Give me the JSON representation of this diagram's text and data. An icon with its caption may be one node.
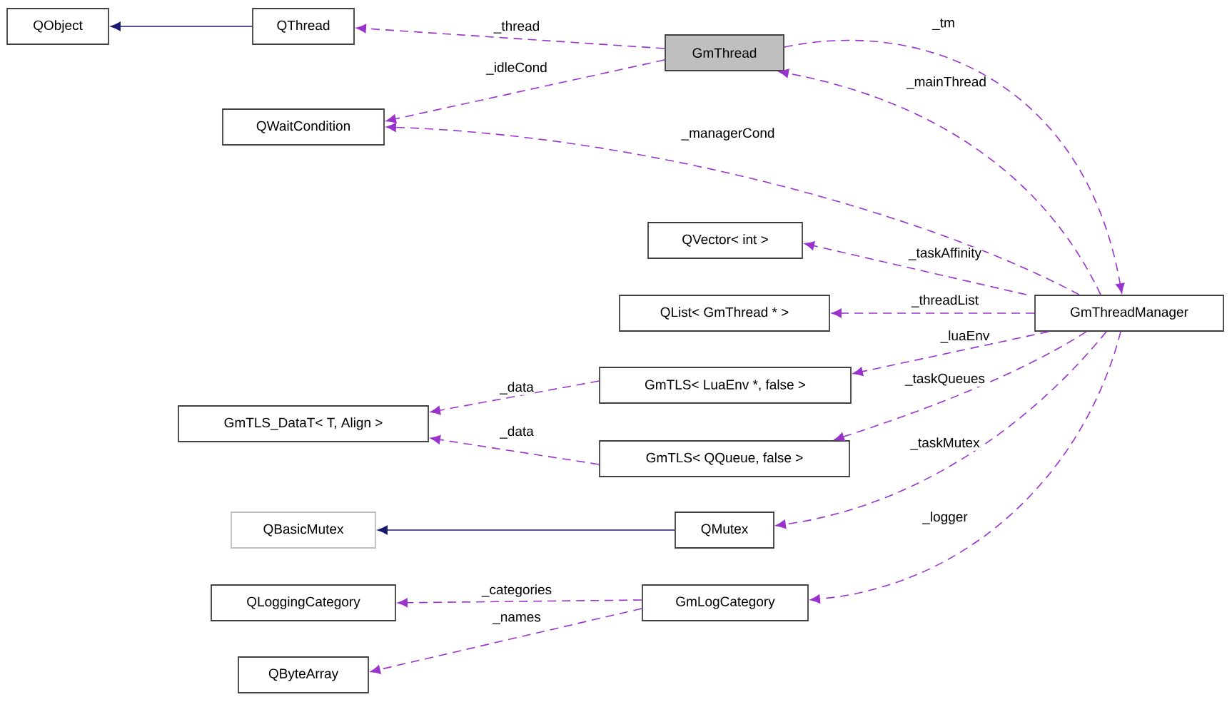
{
  "diagram": {
    "nodes": [
      {
        "text": [
          "QObject"
        ]
      },
      {
        "text": [
          "QThread"
        ]
      },
      {
        "text": [
          "GmThread"
        ]
      },
      {
        "text": [
          "QWaitCondition"
        ]
      },
      {
        "text": [
          "QVector< int >"
        ]
      },
      {
        "text": [
          "QList< GmThread * >"
        ]
      },
      {
        "text": [
          "GmThreadManager"
        ]
      },
      {
        "text": [
          "GmTLS_DataT< T, Align >"
        ]
      },
      {
        "text": [
          "GmTLS< LuaEnv *, false >"
        ]
      },
      {
        "text": [
          "GmTLS< QQueue, false >"
        ]
      },
      {
        "text": [
          "QBasicMutex"
        ]
      },
      {
        "text": [
          "QMutex"
        ]
      },
      {
        "text": [
          "QLoggingCategory"
        ]
      },
      {
        "text": [
          "GmLogCategory"
        ]
      },
      {
        "text": [
          "QByteArray"
        ]
      }
    ],
    "edges": [
      {
        "from": 1,
        "to": 0,
        "arrow": "to",
        "color": "#191970"
      },
      {
        "from": 2,
        "to": 1,
        "arrow": "to",
        "style": "dashed",
        "label": "_thread"
      },
      {
        "from": 2,
        "to": 3,
        "arrow": "to",
        "style": "dashed",
        "label": "_idleCond"
      },
      {
        "from": 2,
        "to": 6,
        "arrow": "to",
        "style": "dashed",
        "label": "_tm"
      },
      {
        "from": 6,
        "to": 2,
        "arrow": "to",
        "style": "dashed",
        "label": "_mainThread"
      },
      {
        "from": 6,
        "to": 3,
        "arrow": "to",
        "style": "dashed",
        "label": "_managerCond"
      },
      {
        "from": 6,
        "to": 4,
        "arrow": "to",
        "style": "dashed",
        "label": "_taskAffinity"
      },
      {
        "from": 6,
        "to": 5,
        "arrow": "to",
        "style": "dashed",
        "label": "_threadList"
      },
      {
        "from": 6,
        "to": 8,
        "arrow": "to",
        "style": "dashed",
        "label": "_luaEnv"
      },
      {
        "from": 6,
        "to": 9,
        "arrow": "to",
        "style": "dashed",
        "label": "_taskQueues"
      },
      {
        "from": 6,
        "to": 11,
        "arrow": "to",
        "style": "dashed",
        "label": "_taskMutex"
      },
      {
        "from": 6,
        "to": 13,
        "arrow": "to",
        "style": "dashed",
        "label": "_logger"
      },
      {
        "from": 8,
        "to": 7,
        "arrow": "to",
        "style": "dashed",
        "label": "_data"
      },
      {
        "from": 9,
        "to": 7,
        "arrow": "to",
        "style": "dashed",
        "label": "_data"
      },
      {
        "from": 11,
        "to": 10,
        "arrow": "to",
        "color": "#191970"
      },
      {
        "from": 13,
        "to": 12,
        "arrow": "to",
        "style": "dashed",
        "label": "_categories"
      },
      {
        "from": 13,
        "to": 14,
        "arrow": "to",
        "style": "dashed",
        "label": "_names"
      }
    ]
  }
}
